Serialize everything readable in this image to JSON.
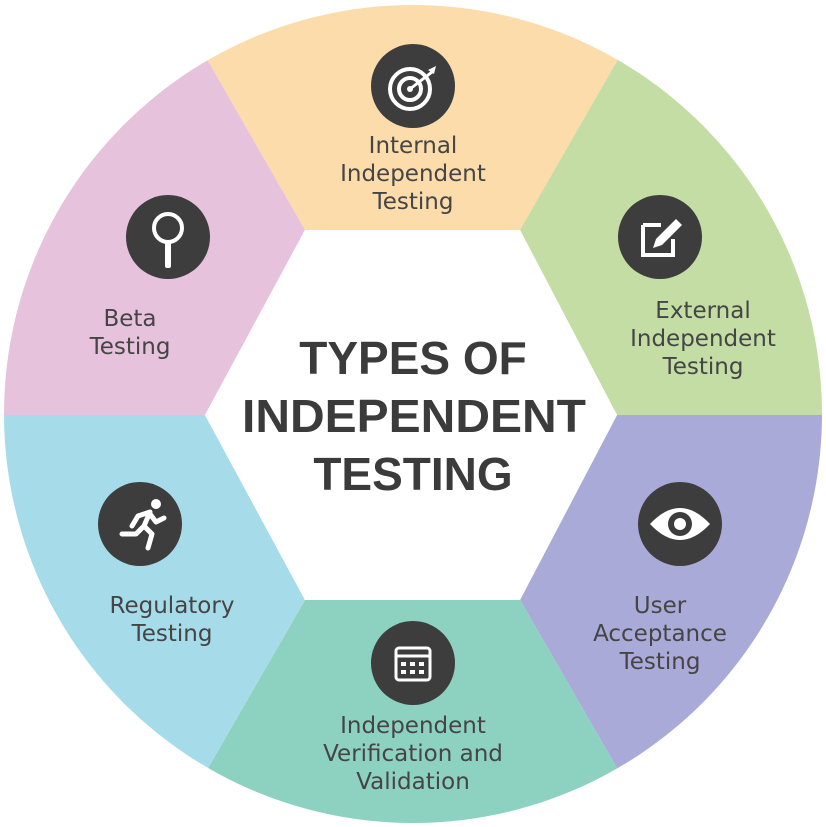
{
  "title": {
    "line1": "TYPES OF",
    "line2": "INDEPENDENT",
    "line3": "TESTING"
  },
  "segments": [
    {
      "name": "internal",
      "lines": [
        "Internal",
        "Independent",
        "Testing"
      ],
      "icon": "target-icon",
      "color": "#fcdcab"
    },
    {
      "name": "external",
      "lines": [
        "External",
        "Independent",
        "Testing"
      ],
      "icon": "edit-icon",
      "color": "#c3dda5"
    },
    {
      "name": "uat",
      "lines": [
        "User",
        "Acceptance",
        "Testing"
      ],
      "icon": "eye-icon",
      "color": "#aaaad8"
    },
    {
      "name": "ivv",
      "lines": [
        "Independent",
        "Verification and",
        "Validation"
      ],
      "icon": "calendar-icon",
      "color": "#8dd1c1"
    },
    {
      "name": "regulatory",
      "lines": [
        "Regulatory",
        "Testing"
      ],
      "icon": "running-person-icon",
      "color": "#a6dcea"
    },
    {
      "name": "beta",
      "lines": [
        "Beta",
        "Testing"
      ],
      "icon": "magnifier-icon",
      "color": "#e6c2dc"
    }
  ],
  "icon_bg": "#3d3d3d"
}
